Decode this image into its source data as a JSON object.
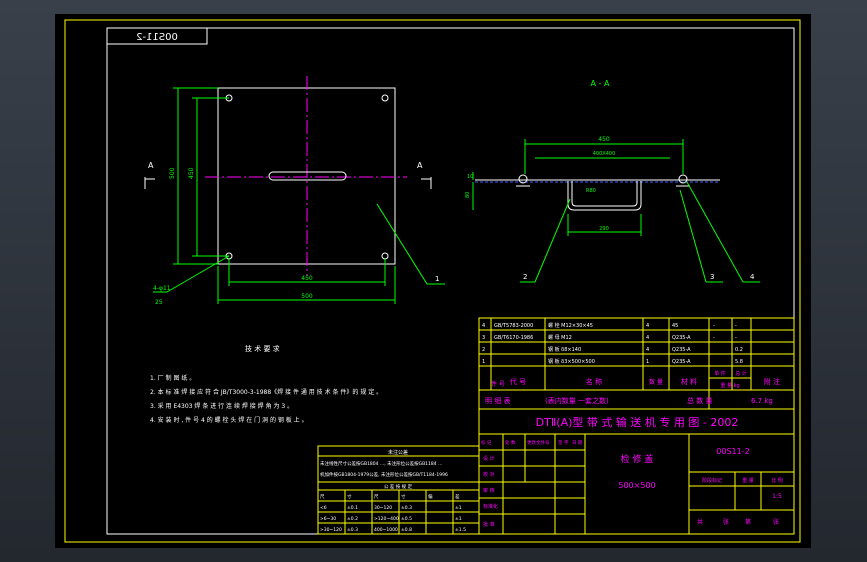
{
  "drawing": {
    "code_mirrored": "00S11-2",
    "section_title": "A - A",
    "section_mark_left": "A",
    "section_mark_right": "A",
    "plan_dims": {
      "inner_width": "450",
      "outer_width": "500",
      "inner_height": "450",
      "outer_height": "500",
      "hole_note": "4-φ11",
      "hole_sub": "25"
    },
    "section_dims": {
      "top": "450",
      "slot": "400X400",
      "depth": "80",
      "bottom": "290",
      "height": "10",
      "radius": "R80"
    },
    "callouts": [
      "1",
      "2",
      "3",
      "4"
    ]
  },
  "tech_req": {
    "title": "技 术 要 求",
    "items": [
      "1. 厂 制 图 纸 。",
      "2. 本 标 准 焊 接 应 符 合 JB/T3000-3-1988《焊 接 件 通 用 技 术 条 件》的 规 定 。",
      "3. 采 用 E4303 焊 条 进 行 连 续 焊 接 焊 角 为 3 。",
      "4. 安 装 时 , 件 号 4 的 螺 栓 头 焊 在 门 洞 的 钢 板 上 。"
    ]
  },
  "small_table": {
    "title": "未注公差",
    "lines": [
      "未注线性尺寸公差按GB1804 ..., 未注形位公差按GB1184 ...",
      "机加件按GB1804-1979公差, 未注形位公差按GB/T1184-1996"
    ],
    "header": "公 差 按 规 定",
    "cols": [
      "尺",
      "寸",
      "尺",
      "寸",
      "偏",
      "差"
    ],
    "rows": [
      [
        "<6",
        "±0.1",
        "30~120",
        "±0.3",
        "",
        "±1"
      ],
      [
        ">6~30",
        "±0.2",
        ">120~400",
        "±0.5",
        "",
        "±1"
      ],
      [
        ">30~120",
        "±0.3",
        "400~1000",
        "±0.8",
        "",
        "±1.5"
      ]
    ]
  },
  "bom": {
    "rows": [
      [
        "4",
        "GB/T5783-2000",
        "螺 栓 M12×30×45",
        "4",
        "45",
        "-",
        "-"
      ],
      [
        "3",
        "GB/T6170-1986",
        "螺 母 M12",
        "4",
        "Q235-A",
        "-",
        "-"
      ],
      [
        "2",
        "",
        "钢 板 δ8×140",
        "4",
        "Q235-A",
        "",
        "0.2"
      ],
      [
        "1",
        "",
        "钢 板 δ3×500×500",
        "1",
        "Q235-A",
        "",
        "5.8"
      ]
    ],
    "header": [
      "件 号",
      "代  号",
      "名  称",
      "数 量",
      "材  料",
      "单 件",
      "总 计",
      "附  注"
    ],
    "weight_label": "重 量 kg",
    "summary": [
      "明  细  表",
      "(表内数量 一套之数)",
      "总 数 量",
      "6.7 kg"
    ]
  },
  "title_block": {
    "main_title": "DTⅡ(A)型  带 式 输 送 机 专 用 图 - 2002",
    "part_name": "检 修 盖",
    "part_size": "500×500",
    "drawing_no": "00S11-2",
    "labels": [
      "标 记",
      "处 数",
      "更改文件号",
      "签 字",
      "日 期"
    ],
    "stage": "阶段标记",
    "weight": "重 量",
    "scale": "比 例",
    "scale_value": "1:5",
    "sheet": [
      "共",
      "张",
      "第",
      "张"
    ],
    "roles": [
      "设 计",
      "校 对",
      "审 核",
      "标准化",
      "批 准"
    ]
  }
}
